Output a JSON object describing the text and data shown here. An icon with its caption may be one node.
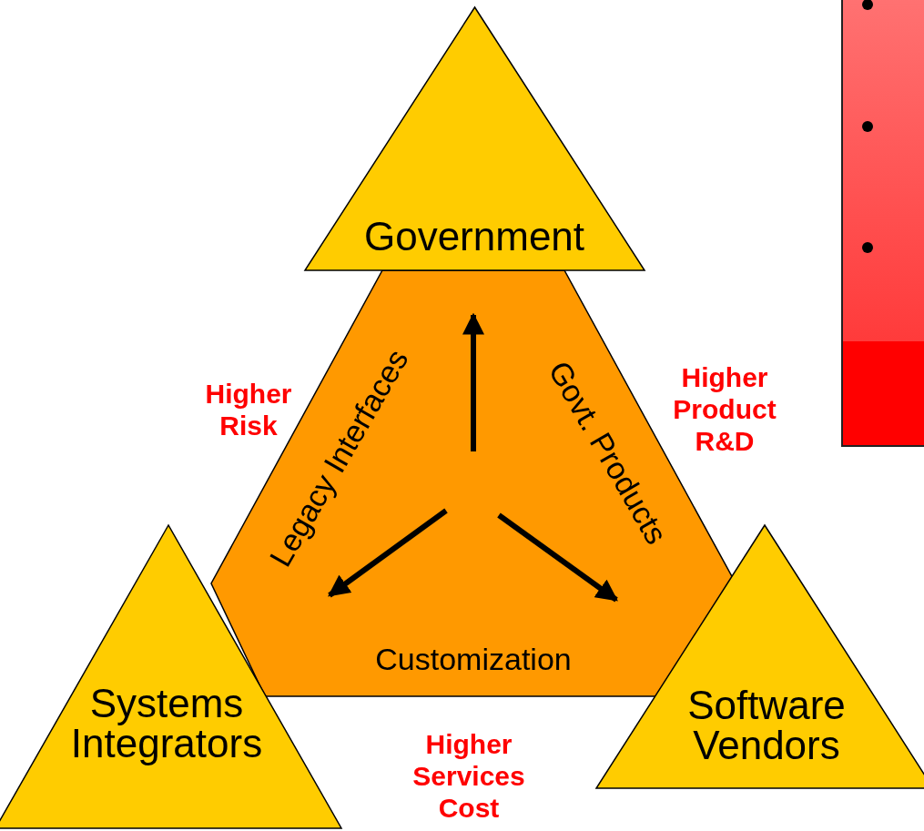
{
  "diagram": {
    "nodes": [
      {
        "text": [
          "Government"
        ]
      },
      {
        "text": [
          "Legacy Interfaces",
          "Govt. Products",
          "Customization"
        ]
      },
      {
        "text": [
          "Systems Integrators"
        ]
      },
      {
        "text": [
          "Software Vendors"
        ]
      }
    ],
    "edges": [],
    "labels": [
      "Higher Risk",
      "Higher Product R&D",
      "Higher Services Cost"
    ]
  }
}
